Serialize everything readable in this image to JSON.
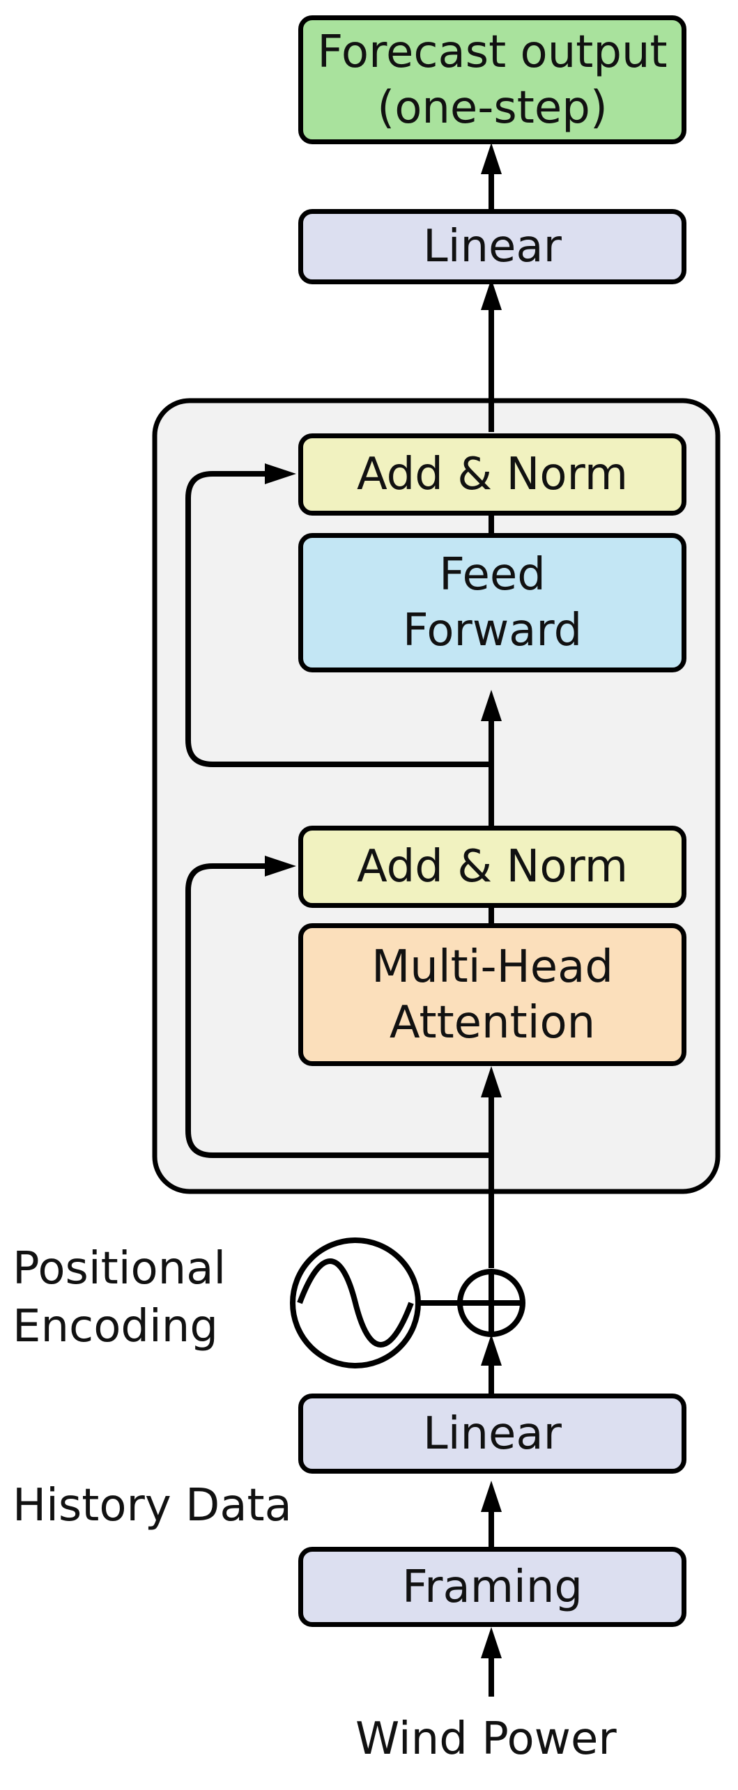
{
  "nodes": {
    "forecast_output": {
      "line1": "Forecast output",
      "line2": "(one-step)"
    },
    "linear_top": {
      "label": "Linear"
    },
    "add_norm_top": {
      "label": "Add & Norm"
    },
    "feed_forward": {
      "line1": "Feed",
      "line2": "Forward"
    },
    "add_norm_bottom": {
      "label": "Add & Norm"
    },
    "multi_head_attention": {
      "line1": "Multi-Head",
      "line2": "Attention"
    },
    "linear_bottom": {
      "label": "Linear"
    },
    "framing": {
      "label": "Framing"
    }
  },
  "labels": {
    "positional_line1": "Positional",
    "positional_line2": "Encoding",
    "history_data": "History Data",
    "wind_power": "Wind Power"
  },
  "colors": {
    "output": "#a9e29d",
    "linear": "#dcdff0",
    "add_norm": "#f1f2c0",
    "feed_forward": "#c3e6f4",
    "attention": "#fbdfbb",
    "encoder_block": "#f2f2f2"
  }
}
